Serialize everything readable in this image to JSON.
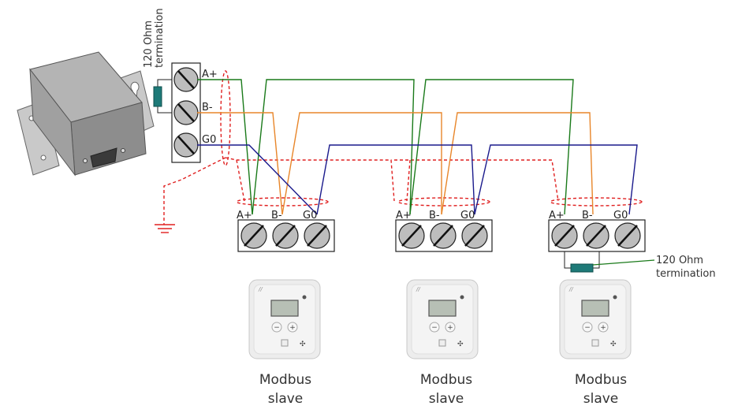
{
  "diagram": {
    "title": "Modbus RS-485 daisy-chain wiring",
    "master": {
      "terminals": [
        "A+",
        "B-",
        "G0"
      ],
      "termination_label_line1": "120 Ohm",
      "termination_label_line2": "termination"
    },
    "slaves": [
      {
        "terminals": [
          "A+",
          "B-",
          "G0"
        ],
        "label_line1": "Modbus",
        "label_line2": "slave",
        "display_buttons": [
          "−",
          "+"
        ]
      },
      {
        "terminals": [
          "A+",
          "B-",
          "G0"
        ],
        "label_line1": "Modbus",
        "label_line2": "slave",
        "display_buttons": [
          "−",
          "+"
        ]
      },
      {
        "terminals": [
          "A+",
          "B-",
          "G0"
        ],
        "label_line1": "Modbus",
        "label_line2": "slave",
        "display_buttons": [
          "−",
          "+"
        ]
      }
    ],
    "end_termination": {
      "label_line1": "120 Ohm",
      "label_line2": "termination"
    },
    "wire_colors": {
      "A_plus": "#1a7a1a",
      "B_minus": "#e8862a",
      "G0": "#1a1a8c",
      "shield": "#e02020",
      "resistor": "#1e7a78"
    }
  }
}
